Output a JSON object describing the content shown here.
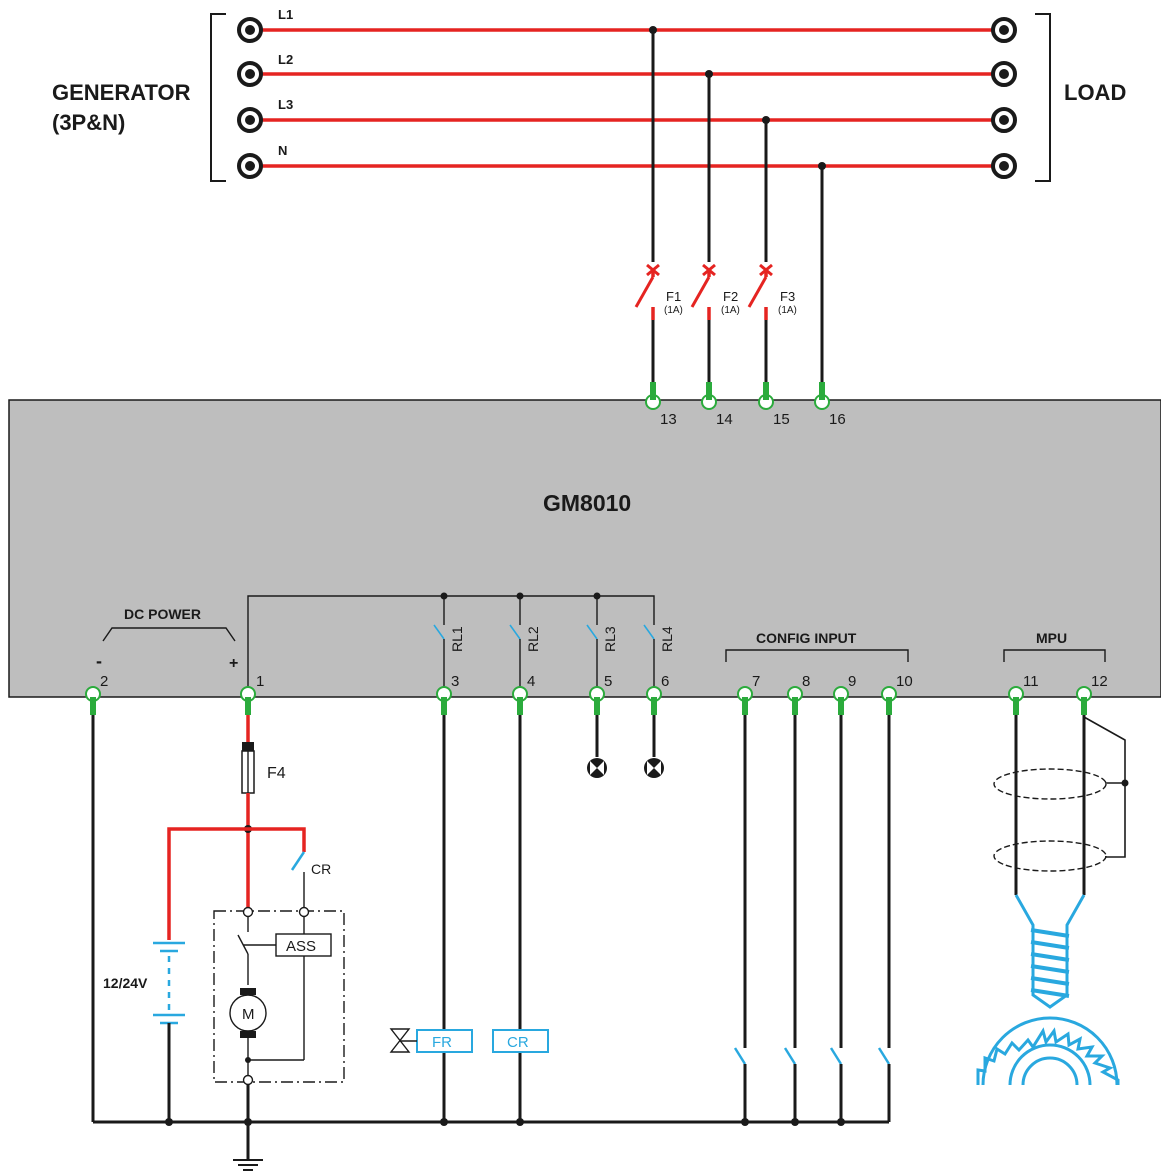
{
  "generator": {
    "label_line1": "GENERATOR",
    "label_line2": "(3P&N)"
  },
  "load": {
    "label": "LOAD"
  },
  "phases": [
    "L1",
    "L2",
    "L3",
    "N"
  ],
  "fuses": [
    {
      "name": "F1",
      "rating": "(1A)"
    },
    {
      "name": "F2",
      "rating": "(1A)"
    },
    {
      "name": "F3",
      "rating": "(1A)"
    }
  ],
  "fuse_dc": "F4",
  "controller": {
    "model": "GM8010"
  },
  "terminals": {
    "t1": "1",
    "t2": "2",
    "t3": "3",
    "t4": "4",
    "t5": "5",
    "t6": "6",
    "t7": "7",
    "t8": "8",
    "t9": "9",
    "t10": "10",
    "t11": "11",
    "t12": "12",
    "t13": "13",
    "t14": "14",
    "t15": "15",
    "t16": "16"
  },
  "groups": {
    "dc_power": "DC POWER",
    "config_input": "CONFIG INPUT",
    "mpu": "MPU"
  },
  "polarity": {
    "minus": "-",
    "plus": "+"
  },
  "relays": [
    "RL1",
    "RL2",
    "RL3",
    "RL4"
  ],
  "cr_contact": "CR",
  "starter": {
    "ass": "ASS",
    "motor": "M"
  },
  "battery": "12/24V",
  "outputs": {
    "fr": "FR",
    "cr": "CR"
  },
  "colors": {
    "ac_wire": "#e52421",
    "dc_positive": "#e52421",
    "external_device": "#29a8df",
    "terminal": "#2bab3c",
    "controller_body": "#bebebe"
  }
}
